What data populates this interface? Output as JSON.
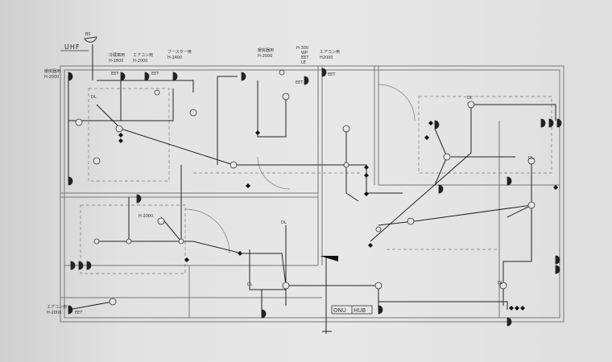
{
  "drawing": {
    "antenna": {
      "uhf": "UHF",
      "bs": "BS"
    },
    "labels": {
      "heater_left": {
        "name": "暖房器用",
        "height": "H-2000"
      },
      "fridge": {
        "name": "冷蔵庫用",
        "height": "H-1800"
      },
      "aircon_1": {
        "name": "エアコン用",
        "height": "H-2000"
      },
      "booster": {
        "name": "ブースター用",
        "height": "H-2400"
      },
      "heater_2": {
        "name": "暖房器用",
        "height": "H-2000"
      },
      "outdoor": {
        "height": "H-300",
        "codes": [
          "WP",
          "EET",
          "LE"
        ]
      },
      "aircon_2": {
        "name": "エアコン用",
        "height": "H2000"
      },
      "aircon_3": {
        "name": "エアコン用",
        "height": "H-2000"
      },
      "misc_height": "H-2000"
    },
    "outlet_code": "EET",
    "downlight": "DL",
    "equipment": {
      "onu": "ONU",
      "hub": "HUB"
    }
  },
  "colors": {
    "line": "#333333",
    "wall": "#777777",
    "paper": "#e6e6e6"
  }
}
